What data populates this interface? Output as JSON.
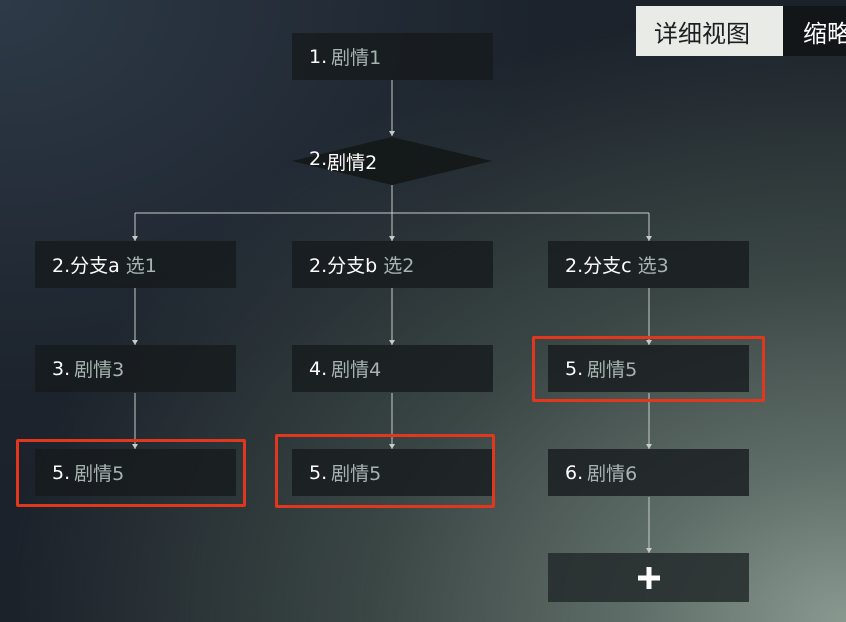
{
  "toolbar": {
    "tab_detail": "详细视图",
    "tab_thumb": "缩略"
  },
  "nodes": {
    "n1": {
      "num": "1.",
      "title": "剧情1"
    },
    "n2": {
      "num": "2.",
      "title": "剧情2"
    },
    "ba": {
      "branch": "2.分支a",
      "choice": "选1"
    },
    "bb": {
      "branch": "2.分支b",
      "choice": "选2"
    },
    "bc": {
      "branch": "2.分支c",
      "choice": "选3"
    },
    "n3": {
      "num": "3.",
      "title": "剧情3"
    },
    "n4": {
      "num": "4.",
      "title": "剧情4"
    },
    "n5c": {
      "num": "5.",
      "title": "剧情5"
    },
    "n5a": {
      "num": "5.",
      "title": "剧情5"
    },
    "n5b": {
      "num": "5.",
      "title": "剧情5"
    },
    "n6": {
      "num": "6.",
      "title": "剧情6"
    }
  },
  "add_button": {
    "icon": "plus-icon"
  },
  "colors": {
    "highlight": "#e0371d",
    "node_bg": "#161a1c",
    "connector": "#c8ccc8",
    "muted_text": "#a8b4b0"
  }
}
